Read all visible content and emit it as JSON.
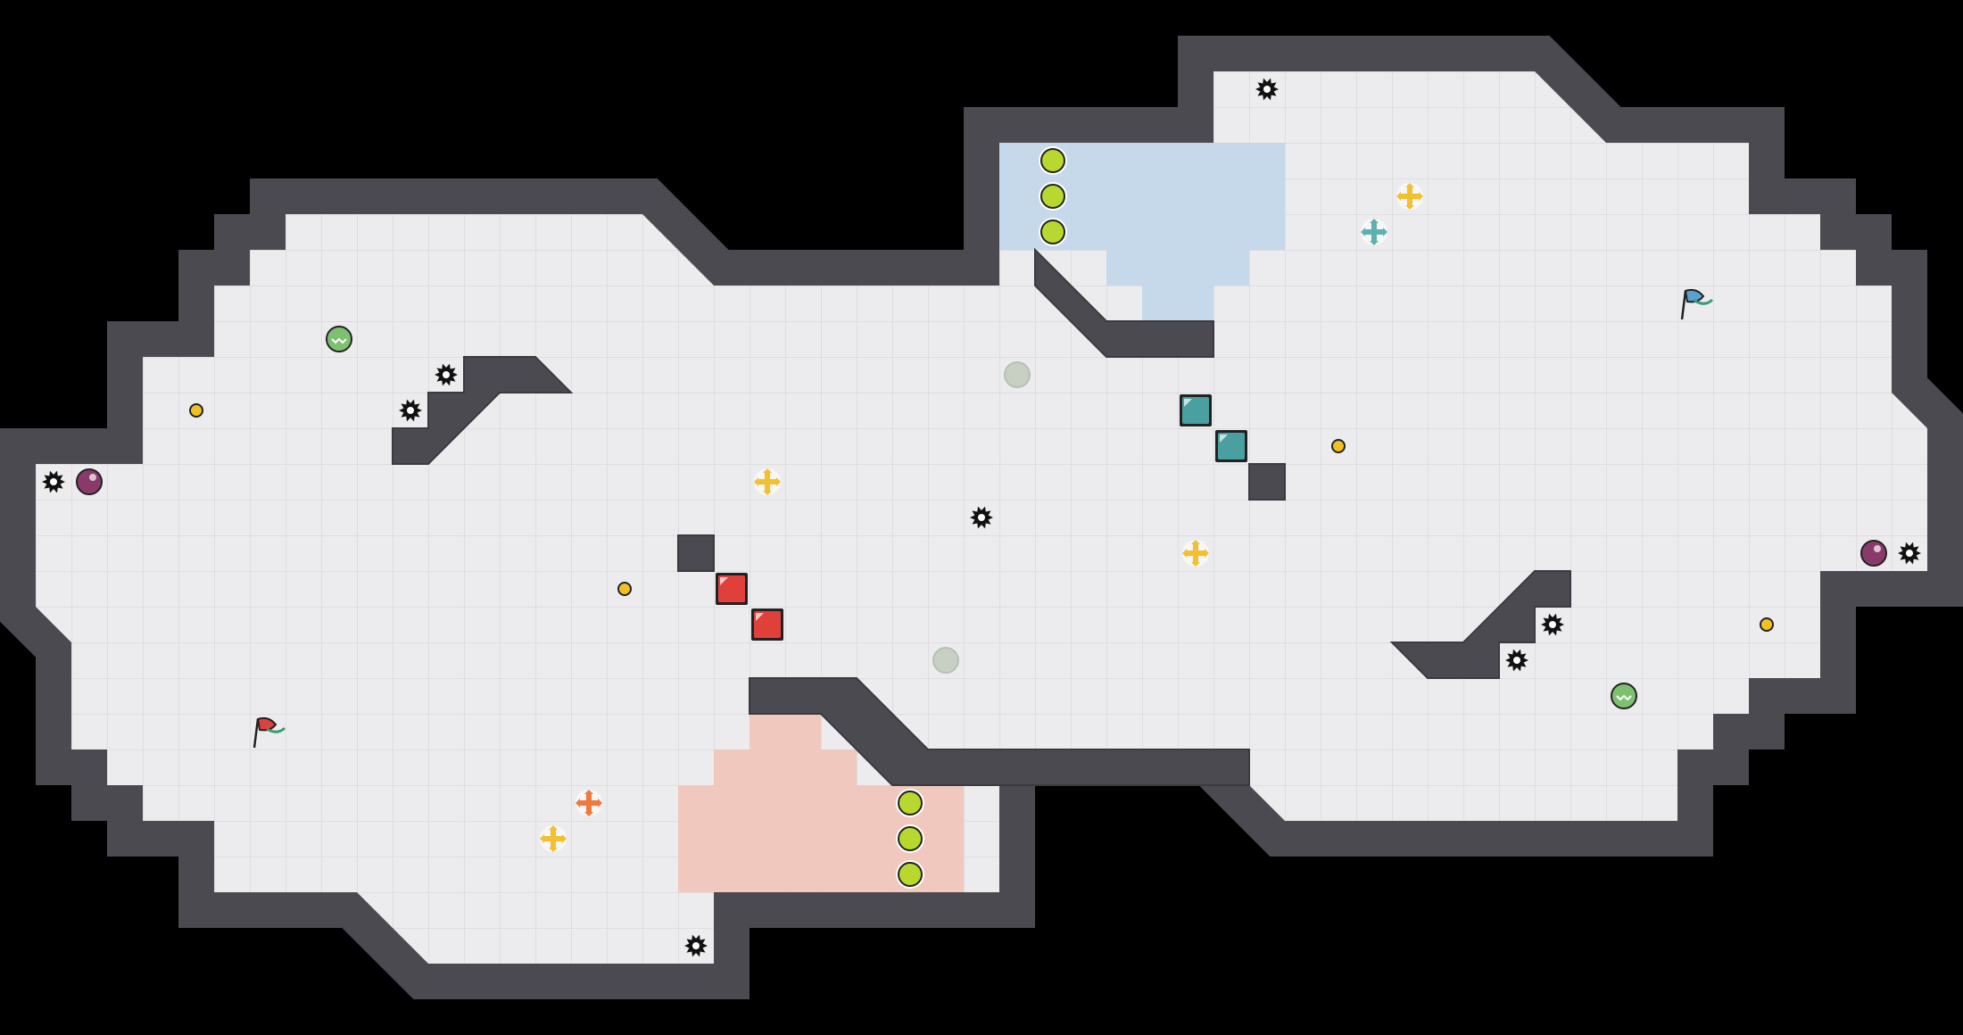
{
  "game": {
    "title": "",
    "teams": [
      {
        "team": "red",
        "color": "#e0403a"
      },
      {
        "team": "blue",
        "color": "#5aa0d0"
      }
    ]
  },
  "colors": {
    "background": "#000000",
    "floor": "#ececee",
    "grid_line": "#d6d6da",
    "wall": "#4a4a50",
    "wall_dark": "#3a3a40",
    "outline": "#ffffff",
    "red_base": "#f2c4b8",
    "blue_base": "#bfd6ea",
    "gate_button": "#b8d830",
    "red_block": "#e0403a",
    "teal_block": "#4aa0a0",
    "spike": "#111111",
    "powerup_yellow": "#f2c030",
    "powerup_orange": "#ef7a40",
    "powerup_teal": "#60b0b0",
    "boost_purple": "#8a3a6a",
    "bomb_green": "#7cc070",
    "portal_gray": "#c8d0c4",
    "coin": "#f2c020"
  },
  "legend": {
    "flag_icon": "team-flag",
    "spike_icon": "spike-mine",
    "powerup_icon": "speed-powerup",
    "boost_icon": "purple-boost",
    "bomb_icon": "green-bomb",
    "gate_icon": "gate-button",
    "block_icon": "team-block",
    "coin_icon": "coin"
  }
}
